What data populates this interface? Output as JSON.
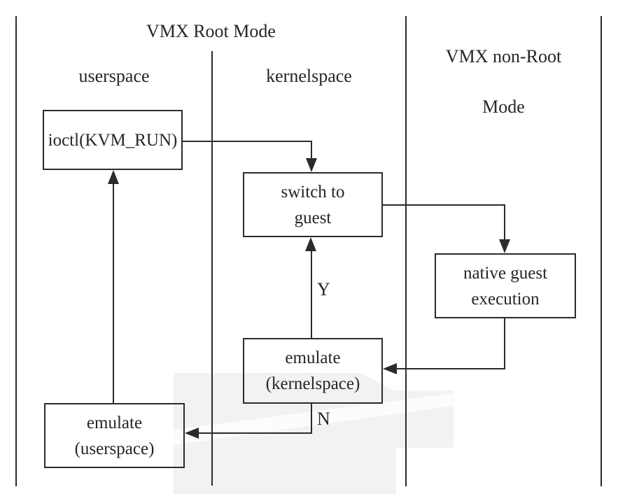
{
  "regions": {
    "root": {
      "label": "VMX Root Mode"
    },
    "non_root": {
      "line1": "VMX non-Root",
      "line2": "Mode"
    },
    "userspace": {
      "label": "userspace"
    },
    "kernelspace": {
      "label": "kernelspace"
    }
  },
  "nodes": {
    "ioctl": {
      "label": "ioctl(KVM_RUN)"
    },
    "switch_to_guest": {
      "line1": "switch to",
      "line2": "guest"
    },
    "native_guest": {
      "line1": "native guest",
      "line2": "execution"
    },
    "emulate_kernelspace": {
      "line1": "emulate",
      "line2": "(kernelspace)"
    },
    "emulate_userspace": {
      "line1": "emulate",
      "line2": "(userspace)"
    }
  },
  "edges": {
    "yes_label": "Y",
    "no_label": "N"
  },
  "colors": {
    "ink": "#2b2b2b",
    "background": "#ffffff",
    "watermark": "#f1f2f4"
  }
}
